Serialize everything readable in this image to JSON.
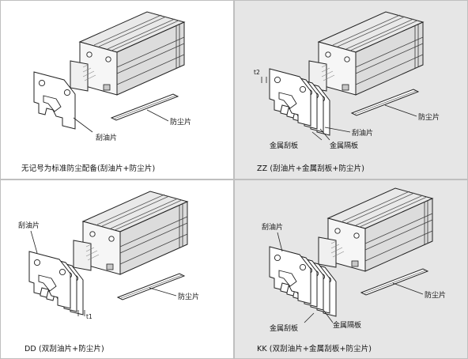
{
  "panels": [
    {
      "caption": "无记号为标准防尘配备(刮油片+防尘片)",
      "labels": {
        "dust_strip": "防尘片",
        "oil_scraper": "刮油片"
      }
    },
    {
      "caption": "ZZ (刮油片+金属刮板+防尘片)",
      "labels": {
        "t2": "t2",
        "oil_scraper": "刮油片",
        "dust_strip": "防尘片",
        "metal_scraper": "金属刮板",
        "metal_spacer": "金属隔板"
      }
    },
    {
      "caption": "DD (双刮油片+防尘片)",
      "labels": {
        "oil_scraper": "刮油片",
        "t1": "t1",
        "dust_strip": "防尘片"
      }
    },
    {
      "caption": "KK (双刮油片+金属刮板+防尘片)",
      "labels": {
        "oil_scraper": "刮油片",
        "dust_strip": "防尘片",
        "metal_scraper": "金属刮板",
        "metal_spacer": "金属隔板"
      }
    }
  ]
}
